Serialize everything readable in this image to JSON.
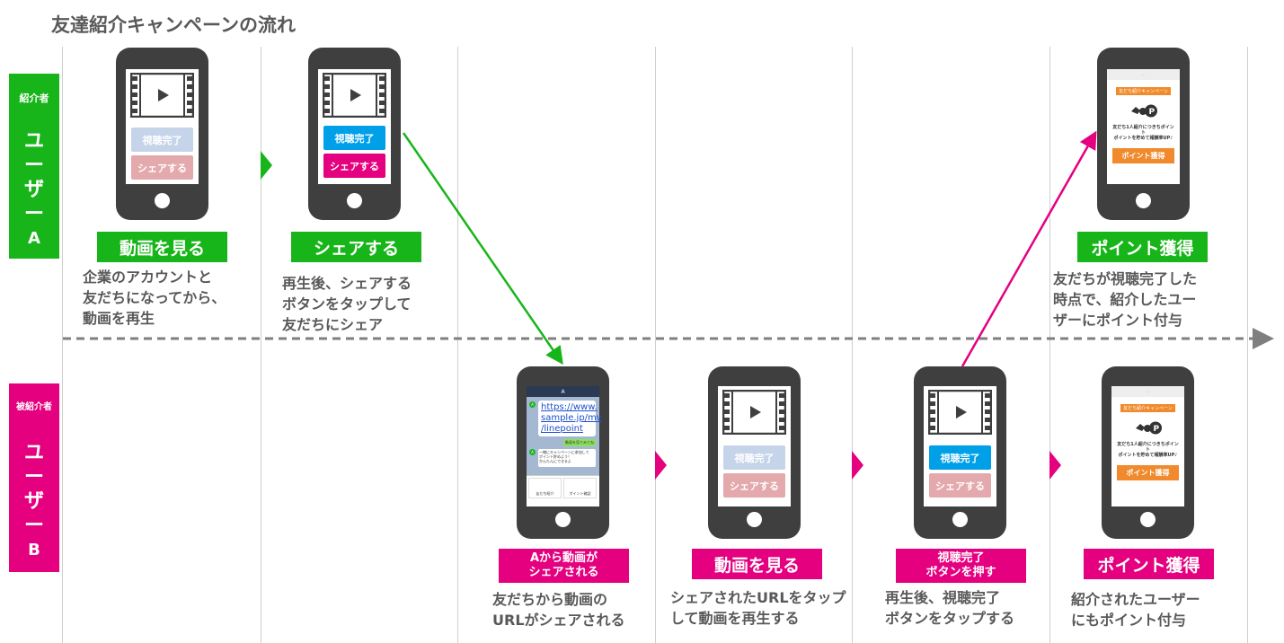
{
  "title": "友達紹介キャンペーンの流れ",
  "rows": {
    "a": {
      "role": "紹介者",
      "user_lines": [
        "ユ",
        "ー",
        "ザ",
        "ー",
        "A"
      ]
    },
    "b": {
      "role": "被紹介者",
      "user_lines": [
        "ユ",
        "ー",
        "ザ",
        "ー",
        "B"
      ]
    }
  },
  "screen": {
    "watched": "視聴完了",
    "share": "シェアする",
    "point_header": "友だち紹介キャンペーン",
    "point_text": "友だち1人紹介につきちポイント\nポイントを貯めて報酬率UP♪",
    "point_button": "ポイント獲得",
    "chat_header": "A",
    "chat_link": "https://www.\nsample.jp/mv\n/linepoint",
    "chat_green": "動画を見てみてね",
    "chat_message": "一緒にキャンペーンに参加して\nポイント貯めよう！\nかんたんにできるよ",
    "chat_menu_left": "友だち紹介",
    "chat_menu_right": "ポイント確認"
  },
  "steps": {
    "a1": {
      "label": "動画を見る",
      "desc": "企業のアカウントと\n友だちになってから、\n動画を再生"
    },
    "a2": {
      "label": "シェアする",
      "desc": "再生後、シェアする\nボタンをタップして\n友だちにシェア"
    },
    "a6": {
      "label": "ポイント獲得",
      "desc": "友だちが視聴完了した\n時点で、紹介したユー\nザーにポイント付与"
    },
    "b3": {
      "label_line1": "Aから動画が",
      "label_line2": "シェアされる",
      "desc": "友だちから動画の\nURLがシェアされる"
    },
    "b4": {
      "label": "動画を見る",
      "desc": "シェアされたURLをタップ\nして動画を再生する"
    },
    "b5": {
      "label_line1": "視聴完了",
      "label_line2": "ボタンを押す",
      "desc": "再生後、視聴完了\nボタンをタップする"
    },
    "b6": {
      "label": "ポイント獲得",
      "desc": "紹介されたユーザー\nにもポイント付与"
    }
  },
  "colors": {
    "green": "#18b51a",
    "pink": "#e4007f",
    "blue": "#00a0e9",
    "orange": "#f08a2c",
    "phone": "#3f3f3f",
    "text": "#595959"
  }
}
